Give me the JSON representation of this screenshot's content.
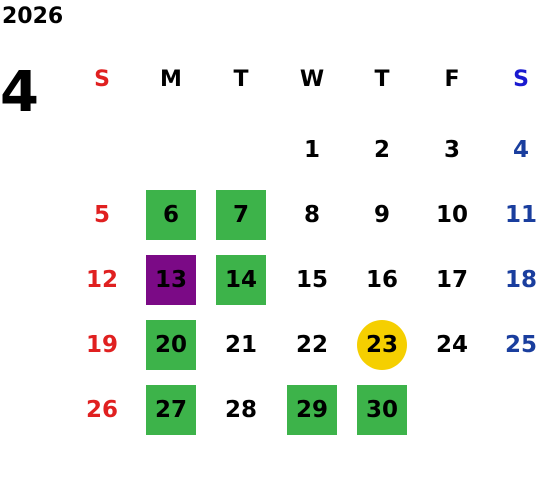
{
  "calendar": {
    "year": "2026",
    "month": "4",
    "weekday_headers": [
      "S",
      "M",
      "T",
      "W",
      "T",
      "F",
      "S"
    ],
    "weeks": [
      [
        "",
        "",
        "",
        "1",
        "2",
        "3",
        "4"
      ],
      [
        "5",
        "6",
        "7",
        "8",
        "9",
        "10",
        "11"
      ],
      [
        "12",
        "13",
        "14",
        "15",
        "16",
        "17",
        "18"
      ],
      [
        "19",
        "20",
        "21",
        "22",
        "23",
        "24",
        "25"
      ],
      [
        "26",
        "27",
        "28",
        "29",
        "30",
        "",
        ""
      ]
    ],
    "highlights": {
      "green": [
        "6",
        "7",
        "14",
        "20",
        "27",
        "29",
        "30"
      ],
      "purple": [
        "13"
      ],
      "today": "23"
    }
  },
  "colors": {
    "sunday": "#e02020",
    "saturday": "#1a3e9e",
    "saturday_header": "#1a1ad0",
    "weekday": "#000000",
    "green_highlight": "#3db34a",
    "purple_highlight": "#7b0a86",
    "today_highlight": "#f5cf00"
  }
}
